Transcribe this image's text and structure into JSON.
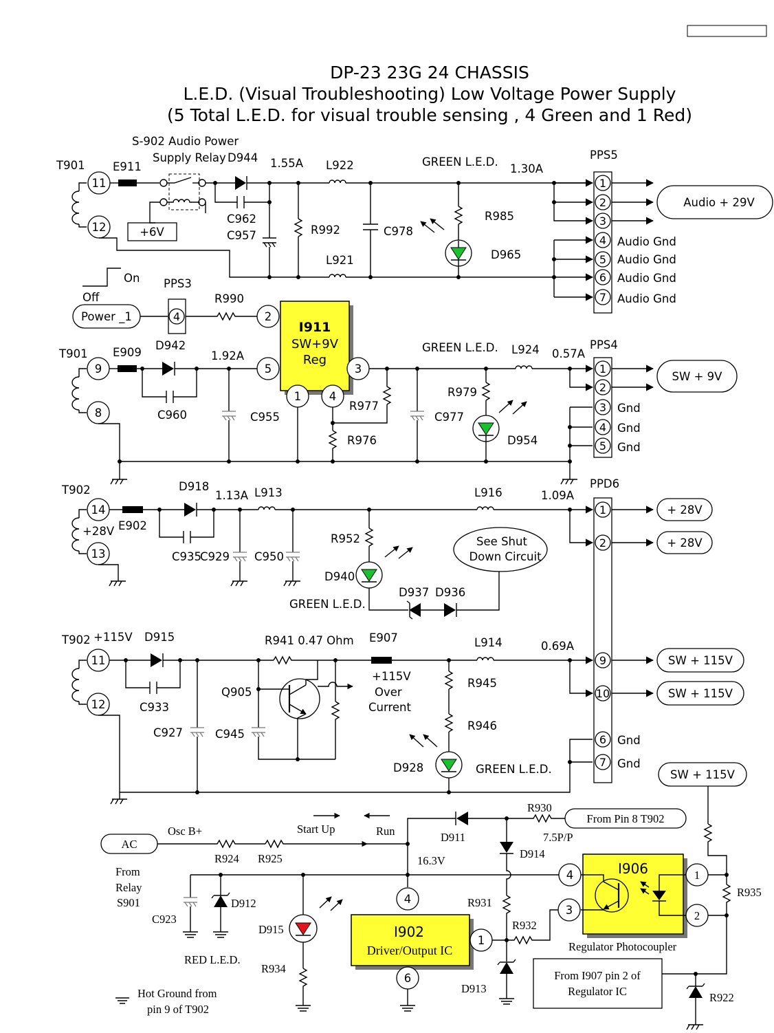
{
  "page": {
    "box_label": ""
  },
  "title": {
    "line1": "DP-23 23G 24 CHASSIS",
    "line2": "L.E.D. (Visual Troubleshooting) Low Voltage Power Supply",
    "line3": "(5 Total L.E.D. for visual trouble sensing , 4 Green and 1 Red)"
  },
  "colors": {
    "green_led": "#17c22e",
    "red_led": "#e8141c",
    "ic_fill": "#ffff33",
    "shadow": "#777777"
  },
  "audio": {
    "t901": "T901",
    "e911": "E911",
    "relay_l1": "S-902 Audio Power",
    "relay_l2": "Supply Relay",
    "d944": "D944",
    "current": "1.55A",
    "l922": "L922",
    "green": "GREEN L.E.D.",
    "current2": "1.30A",
    "pps5": "PPS5",
    "c962": "C962",
    "c957": "C957",
    "r992": "R992",
    "c978": "C978",
    "r985": "R985",
    "d965": "D965",
    "l921": "L921",
    "plus6v": "+6V",
    "pin11": "11",
    "pin12": "12",
    "out": "Audio + 29V",
    "gnd": "Audio Gnd",
    "pins": [
      "1",
      "2",
      "3",
      "4",
      "5",
      "6",
      "7"
    ]
  },
  "power": {
    "on": "On",
    "off": "Off",
    "btn": "Power _1",
    "pps3": "PPS3",
    "pps3_pin": "4",
    "r990": "R990"
  },
  "sw9": {
    "t901": "T901",
    "e909": "E909",
    "d942": "D942",
    "current": "1.92A",
    "c960": "C960",
    "c955": "C955",
    "ic_name": "I911",
    "ic_l1": "SW+9V",
    "ic_l2": "Reg",
    "p2": "2",
    "p5": "5",
    "p3": "3",
    "p1": "1",
    "p4": "4",
    "pin9": "9",
    "pin8": "8",
    "r977": "R977",
    "r976": "R976",
    "c977": "C977",
    "green": "GREEN L.E.D.",
    "l924": "L924",
    "current2": "0.57A",
    "r979": "R979",
    "d954": "D954",
    "pps4": "PPS4",
    "out": "SW + 9V",
    "gnd": "Gnd",
    "pins": [
      "1",
      "2",
      "3",
      "4",
      "5"
    ]
  },
  "v28": {
    "t902": "T902",
    "d918": "D918",
    "current": "1.13A",
    "l913": "L913",
    "l916": "L916",
    "current2": "1.09A",
    "ppd6": "PPD6",
    "e902": "E902",
    "v28": "+28V",
    "c935": "C935",
    "c929": "C929",
    "c950": "C950",
    "r952": "R952",
    "d940": "D940",
    "green": "GREEN L.E.D.",
    "shut1": "See Shut",
    "shut2": "Down Circuit",
    "d937": "D937",
    "d936": "D936",
    "out": "+ 28V",
    "pin14": "14",
    "pin13": "13",
    "pins": [
      "1",
      "2"
    ]
  },
  "v115": {
    "t902": "T902",
    "v115": "+115V",
    "d915": "D915",
    "r941": "R941 0.47 Ohm",
    "e907": "E907",
    "l914": "L914",
    "current": "0.69A",
    "c933": "C933",
    "q905": "Q905",
    "oc1": "+115V",
    "oc2": "Over",
    "oc3": "Current",
    "r945": "R945",
    "r946": "R946",
    "c927": "C927",
    "c945": "C945",
    "d928": "D928",
    "green": "GREEN L.E.D.",
    "out": "SW + 115V",
    "gnd": "Gnd",
    "pin11": "11",
    "pin12": "12",
    "pins": [
      "9",
      "10",
      "6",
      "7"
    ]
  },
  "hot": {
    "sw115": "SW + 115V",
    "r930": "R930",
    "from8": "From Pin 8 T902",
    "ac": "AC",
    "oscb": "Osc B+",
    "startup": "Start Up",
    "run": "Run",
    "d911": "D911",
    "p75": "7.5P/P",
    "d914": "D914",
    "r924": "R924",
    "r925": "R925",
    "v163": "16.3V",
    "from": "From",
    "relay": "Relay",
    "s901": "S901",
    "d912": "D912",
    "c923": "C923",
    "d915": "D915",
    "red": "RED L.E.D.",
    "r934": "R934",
    "hotgnd1": "Hot Ground from",
    "hotgnd2": "pin 9 of T902",
    "i902_name": "I902",
    "i902_sub": "Driver/Output IC",
    "i902_p4": "4",
    "i902_p1": "1",
    "i902_p6": "6",
    "r931": "R931",
    "r932": "R932",
    "d913": "D913",
    "i906_name": "I906",
    "i906_sub": "Regulator Photocoupler",
    "i906_p4": "4",
    "i906_p3": "3",
    "i906_p1": "1",
    "i906_p2": "2",
    "r935": "R935",
    "i907_l1": "From I907 pin 2 of",
    "i907_l2": "Regulator IC",
    "r922": "R922"
  }
}
